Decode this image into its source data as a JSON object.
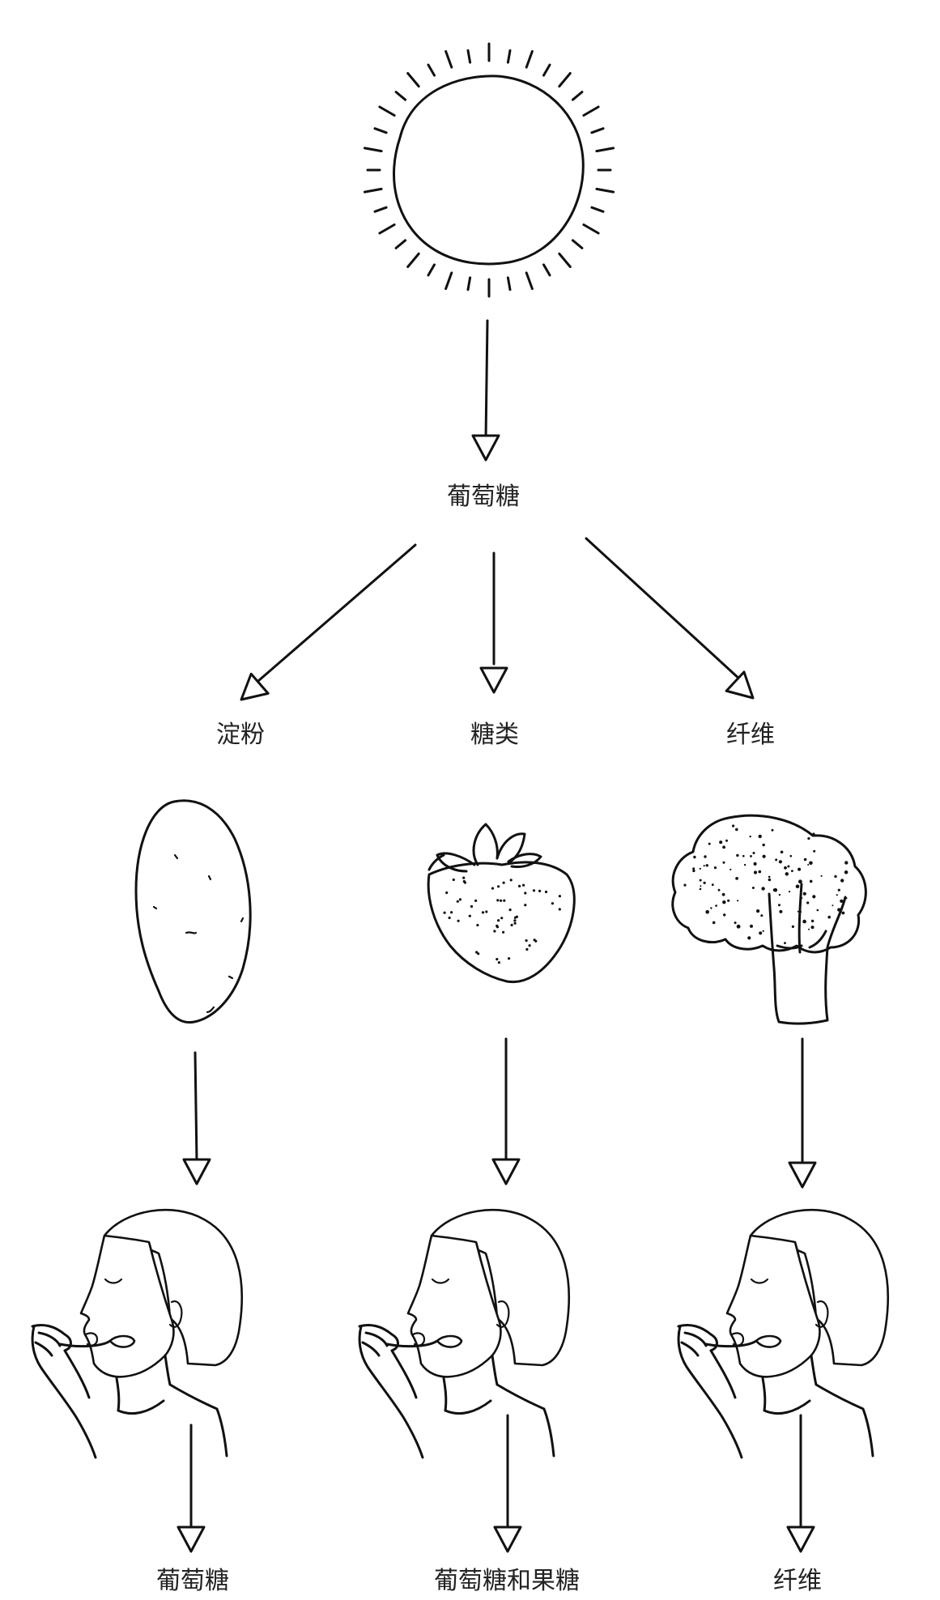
{
  "source": {
    "label": "葡萄糖",
    "icon": "sun-icon"
  },
  "branches": [
    {
      "id": "starch",
      "category": "淀粉",
      "food_icon": "potato-icon",
      "result": "葡萄糖"
    },
    {
      "id": "sugar",
      "category": "糖类",
      "food_icon": "strawberry-icon",
      "result": "葡萄糖和果糖"
    },
    {
      "id": "fiber",
      "category": "纤维",
      "food_icon": "broccoli-icon",
      "result": "纤维"
    }
  ],
  "person_icon": "person-eating-icon",
  "colors": {
    "ink": "#111111",
    "background": "#ffffff"
  }
}
